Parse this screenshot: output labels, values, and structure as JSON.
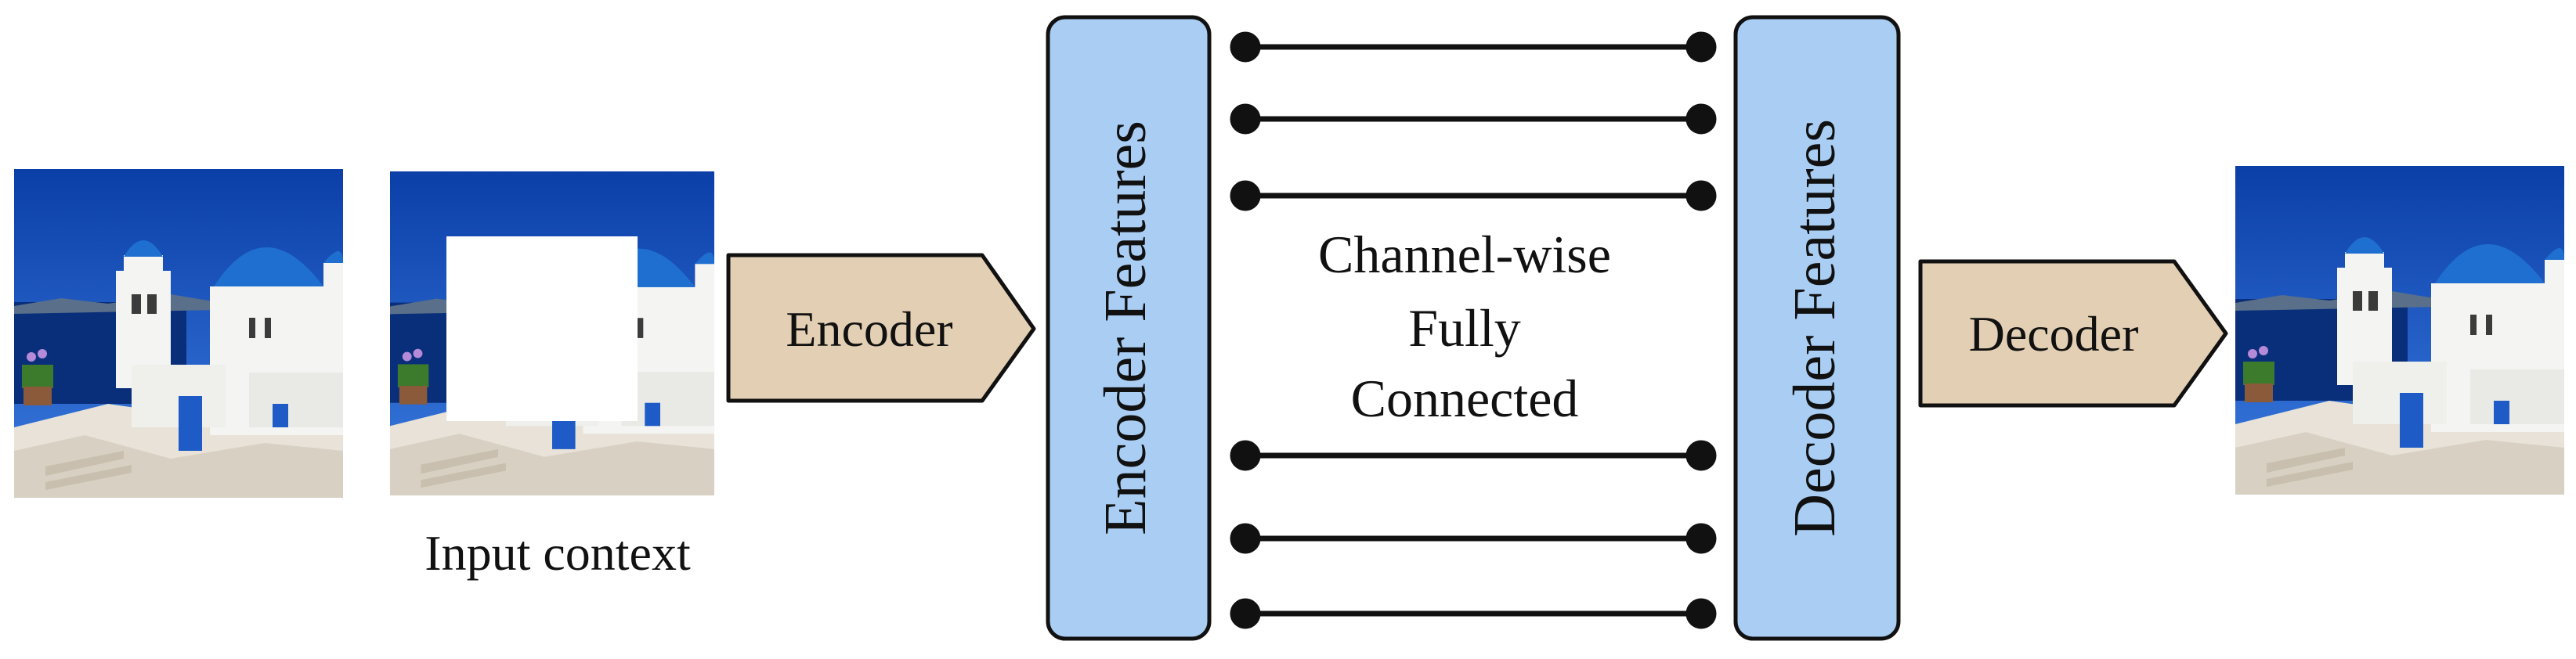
{
  "caption": {
    "input_context": "Input context"
  },
  "blocks": {
    "encoder": "Encoder",
    "decoder": "Decoder",
    "encoder_features": "Encoder Features",
    "decoder_features": "Decoder Features"
  },
  "connection": {
    "lines": [
      "Channel-wise",
      "Fully",
      "Connected"
    ]
  },
  "colors": {
    "feature_fill": "#a9cdf3",
    "arrow_fill": "#e3cfb3",
    "stroke": "#111111",
    "sky_top": "#0b3fa8",
    "sky_bottom": "#2f6fd6",
    "sea": "#0a2f7a",
    "building": "#f4f4f2",
    "dome": "#1f6fd0",
    "mask": "#ffffff"
  }
}
